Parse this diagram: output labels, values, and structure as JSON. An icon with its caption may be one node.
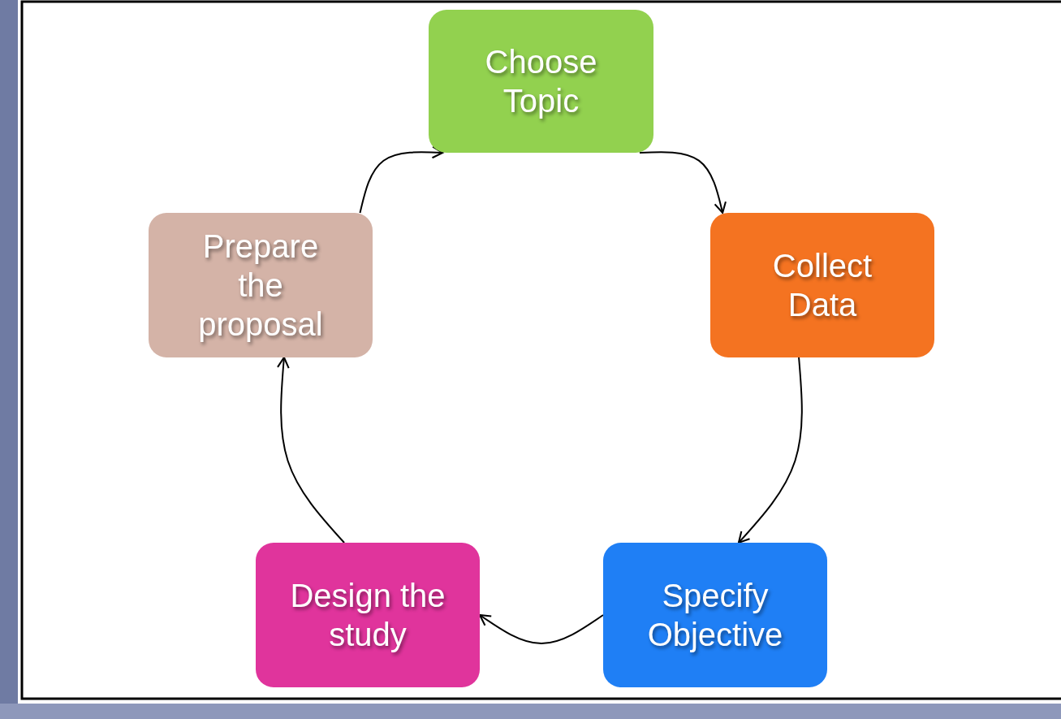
{
  "diagram": {
    "nodes": [
      {
        "text": [
          "Choose Topic"
        ]
      },
      {
        "text": [
          "Collect Data"
        ]
      },
      {
        "text": [
          "Specify Objective"
        ]
      },
      {
        "text": [
          "Design the study"
        ]
      },
      {
        "text": [
          "Prepare the proposal"
        ]
      }
    ],
    "edges": [
      {
        "from": 0,
        "to": 1,
        "arrow": "to"
      },
      {
        "from": 1,
        "to": 2,
        "arrow": "to"
      },
      {
        "from": 2,
        "to": 3,
        "arrow": "to"
      },
      {
        "from": 3,
        "to": 4,
        "arrow": "to"
      },
      {
        "from": 4,
        "to": 0,
        "arrow": "to"
      }
    ]
  }
}
